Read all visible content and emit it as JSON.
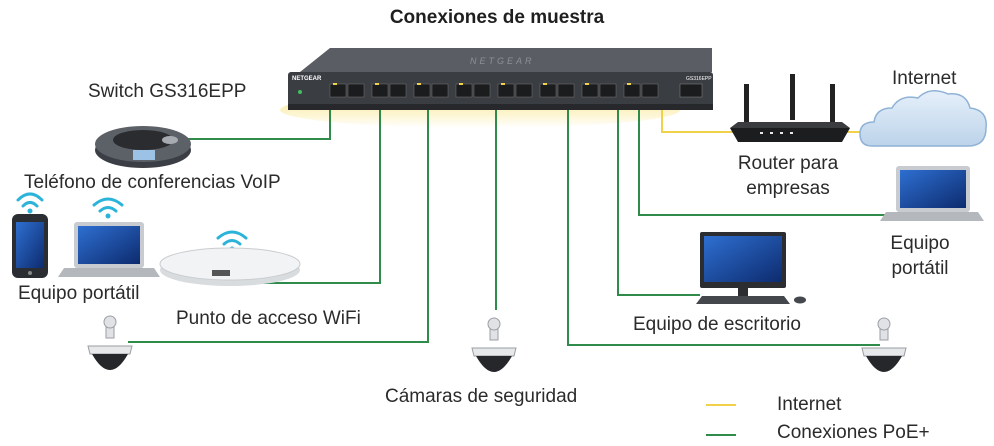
{
  "title": "Conexiones de muestra",
  "switch_label": "Switch GS316EPP",
  "switch_brand": "NETGEAR",
  "switch_model": "GS316EPP",
  "devices": {
    "voip_phone": "Teléfono de conferencias VoIP",
    "portable_left": "Equipo portátil",
    "wifi_ap": "Punto de acceso WiFi",
    "cameras": "Cámaras de seguridad",
    "desktop": "Equipo de escritorio",
    "router_line1": "Router para",
    "router_line2": "empresas",
    "laptop_right_line1": "Equipo",
    "laptop_right_line2": "portátil",
    "internet": "Internet"
  },
  "legend": [
    {
      "label": "Internet",
      "color": "#f2d14a"
    },
    {
      "label": "Conexiones PoE+",
      "color": "#2e8b4a"
    }
  ],
  "colors": {
    "poe_line": "#2e8b4a",
    "internet_line": "#f2d14a",
    "switch_body": "#3a3d42",
    "cloud": "#cfe0f2",
    "wifi": "#2bb3d9"
  }
}
